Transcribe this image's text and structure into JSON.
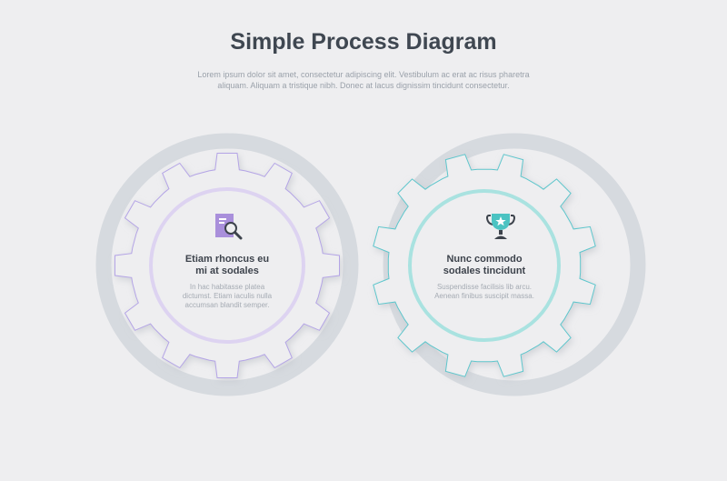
{
  "header": {
    "title": "Simple Process Diagram",
    "subtitle": "Lorem ipsum dolor sit amet, consectetur adipiscing elit. Vestibulum ac erat ac risus pharetra aliquam. Aliquam a tristique nibh. Donec at lacus dignissim tincidunt consectetur."
  },
  "steps": [
    {
      "label_line1": "Etiam rhoncus eu",
      "label_line2": "mi at sodales",
      "description": "In hac habitasse platea dictumst. Etiam iaculis nulla accumsan blandit semper.",
      "icon": "document-search-icon",
      "accent": "#a98fdb"
    },
    {
      "label_line1": "Nunc commodo",
      "label_line2": "sodales tincidunt",
      "description": "Suspendisse facilisis lib arcu. Aenean finibus suscipit massa.",
      "icon": "trophy-icon",
      "accent": "#4bc3c2"
    }
  ]
}
